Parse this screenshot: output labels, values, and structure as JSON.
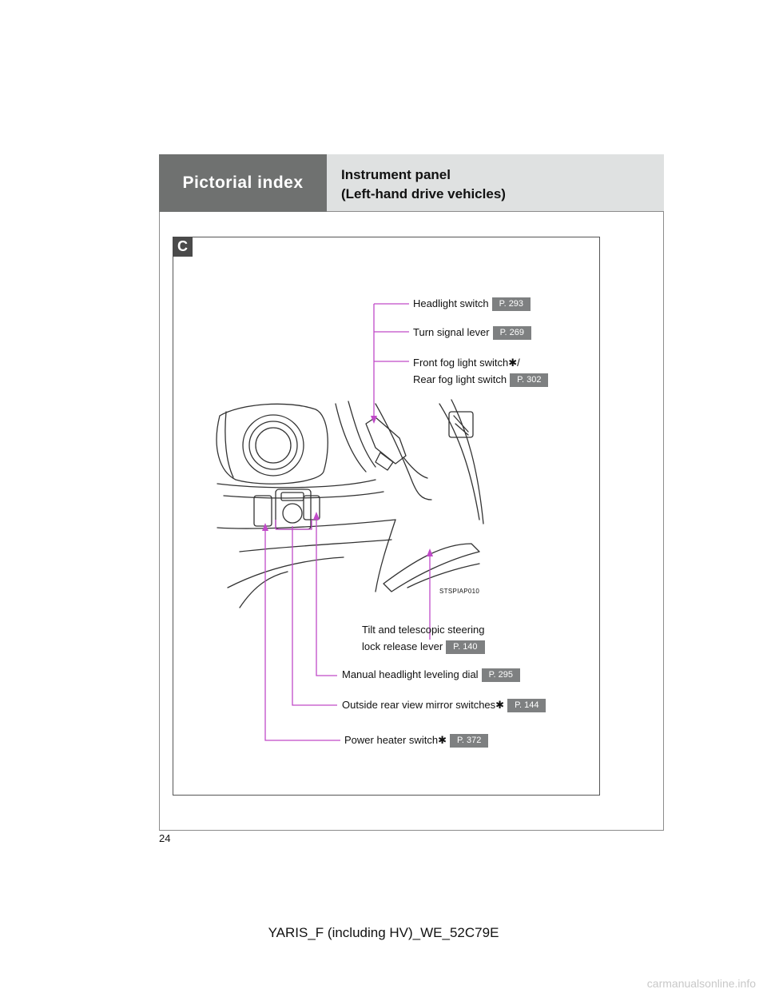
{
  "header": {
    "section_label": "Pictorial index",
    "title_line1": "Instrument panel",
    "title_line2": "(Left-hand drive vehicles)"
  },
  "section_badge": "C",
  "callouts": [
    {
      "id": "headlight-switch",
      "line1": "Headlight switch",
      "ref": "P. 293"
    },
    {
      "id": "turn-signal-lever",
      "line1": "Turn signal lever",
      "ref": "P. 269"
    },
    {
      "id": "fog-light-switch",
      "line1": "Front fog light switch",
      "line1_suffix": "/",
      "line2": "Rear fog light switch",
      "ref": "P. 302",
      "asterisk": "✱"
    },
    {
      "id": "tilt-telescopic",
      "line1": "Tilt and telescopic steering",
      "line2": "lock release lever",
      "ref": "P. 140"
    },
    {
      "id": "headlight-leveling",
      "line1": "Manual headlight leveling dial",
      "ref": "P. 295"
    },
    {
      "id": "mirror-switches",
      "line1": "Outside rear view mirror switches",
      "ref": "P. 144",
      "asterisk": "✱"
    },
    {
      "id": "power-heater",
      "line1": "Power heater switch",
      "ref": "P. 372",
      "asterisk": "✱"
    }
  ],
  "image_code": "STSPIAP010",
  "page_number": "24",
  "footer_code": "YARIS_F (including HV)_WE_52C79E",
  "watermark": "carmanualsonline.info",
  "colors": {
    "leader": "#c04ac8",
    "tab": "#6f7170",
    "title_bg": "#dfe1e1",
    "ref_bg": "#7e8081"
  }
}
